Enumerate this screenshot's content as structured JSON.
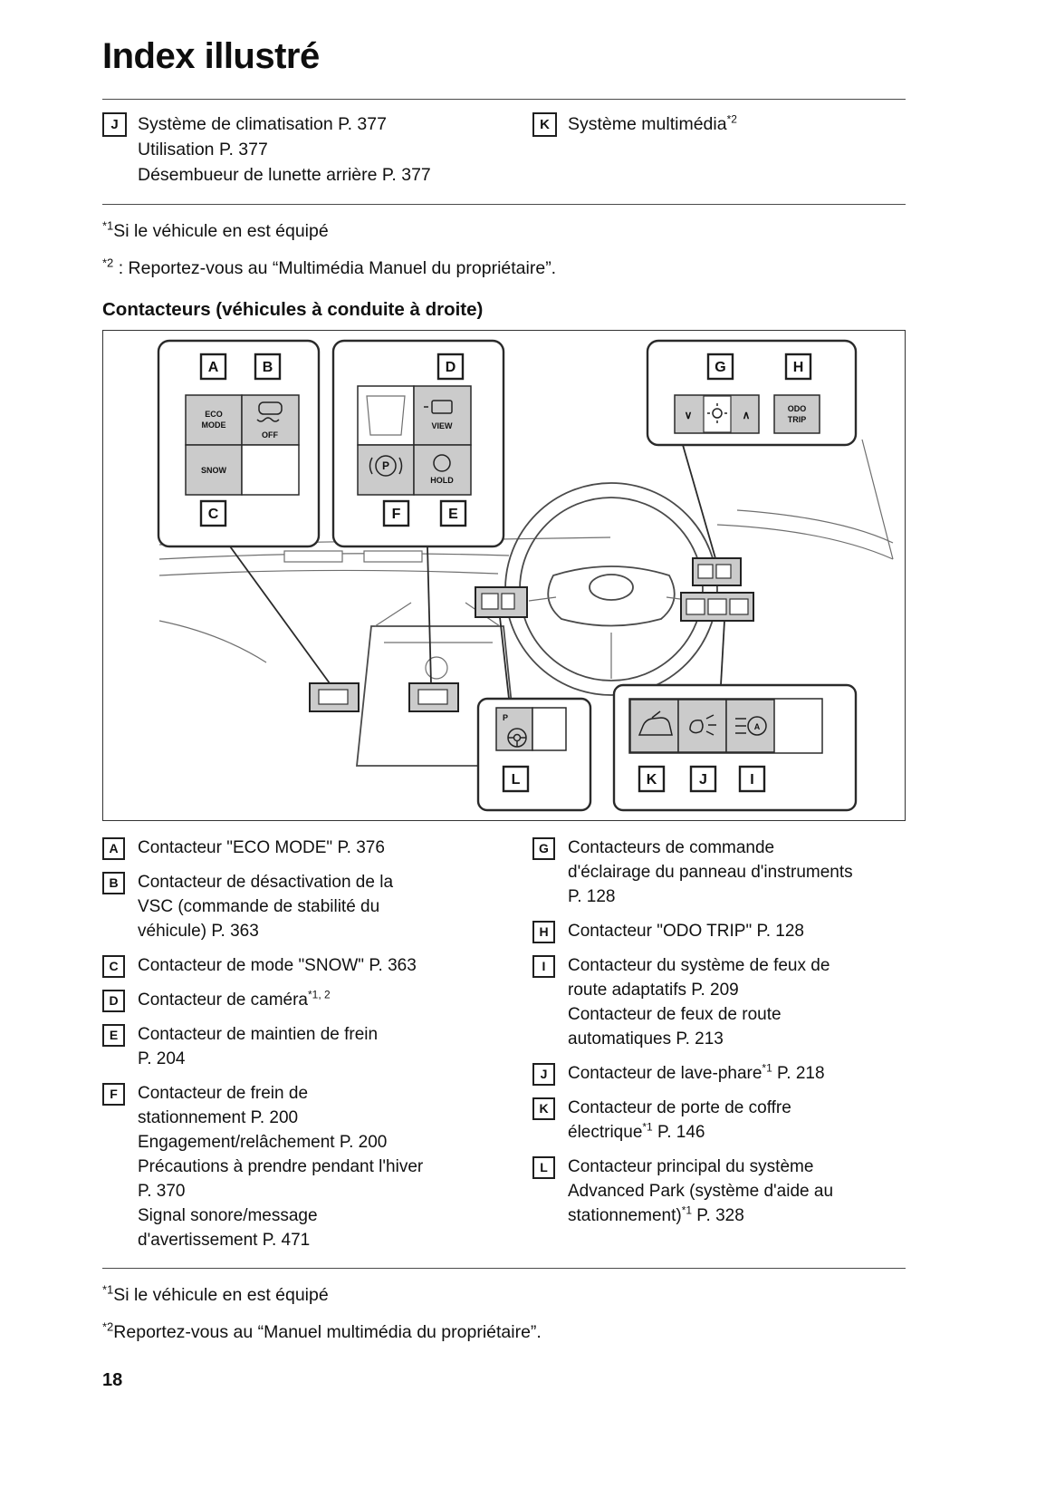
{
  "page": {
    "title": "Index illustré",
    "number": "18"
  },
  "top_items": {
    "j": {
      "key": "J",
      "line1": "Système de climatisation P. 377",
      "line2": "Utilisation P. 377",
      "line3": "Désembueur de lunette arrière P. 377"
    },
    "k": {
      "key": "K",
      "label": "Système multimédia",
      "sup": "*2"
    }
  },
  "footnotes_top": {
    "f1": {
      "sup": "*1",
      "text": "Si le véhicule en est équipé"
    },
    "f2": {
      "sup": "*2",
      "text": " : Reportez-vous au “Multimédia Manuel du propriétaire”."
    }
  },
  "section": {
    "heading": "Contacteurs (véhicules à conduite à droite)"
  },
  "diagram": {
    "labels": {
      "a": "A",
      "b": "B",
      "c": "C",
      "d": "D",
      "e": "E",
      "f": "F",
      "g": "G",
      "h": "H",
      "i": "I",
      "j": "J",
      "k": "K",
      "l": "L"
    },
    "buttons": {
      "eco_line1": "ECO",
      "eco_line2": "MODE",
      "vsc_off": "OFF",
      "snow": "SNOW",
      "view": "VIEW",
      "park": "P",
      "hold": "HOLD",
      "dim_down": "∨",
      "dim_up": "∧",
      "odo_line1": "ODO",
      "odo_line2": "TRIP",
      "ahs": "A"
    }
  },
  "legend": {
    "left": [
      {
        "key": "A",
        "lines": [
          [
            "Contacteur \"ECO MODE\" P. 376"
          ]
        ]
      },
      {
        "key": "B",
        "lines": [
          [
            "Contacteur de désactivation de la"
          ],
          [
            "VSC (commande de stabilité du"
          ],
          [
            "véhicule) P. 363"
          ]
        ]
      },
      {
        "key": "C",
        "lines": [
          [
            "Contacteur de mode \"SNOW\" P. 363"
          ]
        ]
      },
      {
        "key": "D",
        "lines": [
          [
            "Contacteur de caméra",
            {
              "t": "*1, 2",
              "sup": true
            }
          ]
        ]
      },
      {
        "key": "E",
        "lines": [
          [
            "Contacteur de maintien de frein"
          ],
          [
            "P. 204"
          ]
        ]
      },
      {
        "key": "F",
        "lines": [
          [
            "Contacteur de frein de"
          ],
          [
            "stationnement P. 200"
          ],
          [
            "Engagement/relâchement P. 200"
          ],
          [
            "Précautions à prendre pendant l'hiver"
          ],
          [
            "P. 370"
          ],
          [
            "Signal sonore/message"
          ],
          [
            "d'avertissement P. 471"
          ]
        ]
      }
    ],
    "right": [
      {
        "key": "G",
        "lines": [
          [
            "Contacteurs de commande"
          ],
          [
            "d'éclairage du panneau d'instruments"
          ],
          [
            "P. 128"
          ]
        ]
      },
      {
        "key": "H",
        "lines": [
          [
            "Contacteur \"ODO TRIP\" P. 128"
          ]
        ]
      },
      {
        "key": "I",
        "lines": [
          [
            "Contacteur du système de feux de"
          ],
          [
            "route adaptatifs P. 209"
          ],
          [
            "Contacteur de feux de route"
          ],
          [
            "automatiques P. 213"
          ]
        ]
      },
      {
        "key": "J",
        "lines": [
          [
            "Contacteur de lave-phare",
            {
              "t": "*1",
              "sup": true
            },
            " P. 218"
          ]
        ]
      },
      {
        "key": "K",
        "lines": [
          [
            "Contacteur de porte de coffre"
          ],
          [
            "électrique",
            {
              "t": "*1",
              "sup": true
            },
            " P. 146"
          ]
        ]
      },
      {
        "key": "L",
        "lines": [
          [
            "Contacteur principal du système"
          ],
          [
            "Advanced Park (système d'aide au"
          ],
          [
            "stationnement)",
            {
              "t": "*1",
              "sup": true
            },
            " P. 328"
          ]
        ]
      }
    ]
  },
  "footnotes_bottom": {
    "f1": {
      "sup": "*1",
      "text": "Si le véhicule en est équipé"
    },
    "f2": {
      "sup": "*2",
      "text": "Reportez-vous au “Manuel multimédia du propriétaire”."
    }
  }
}
